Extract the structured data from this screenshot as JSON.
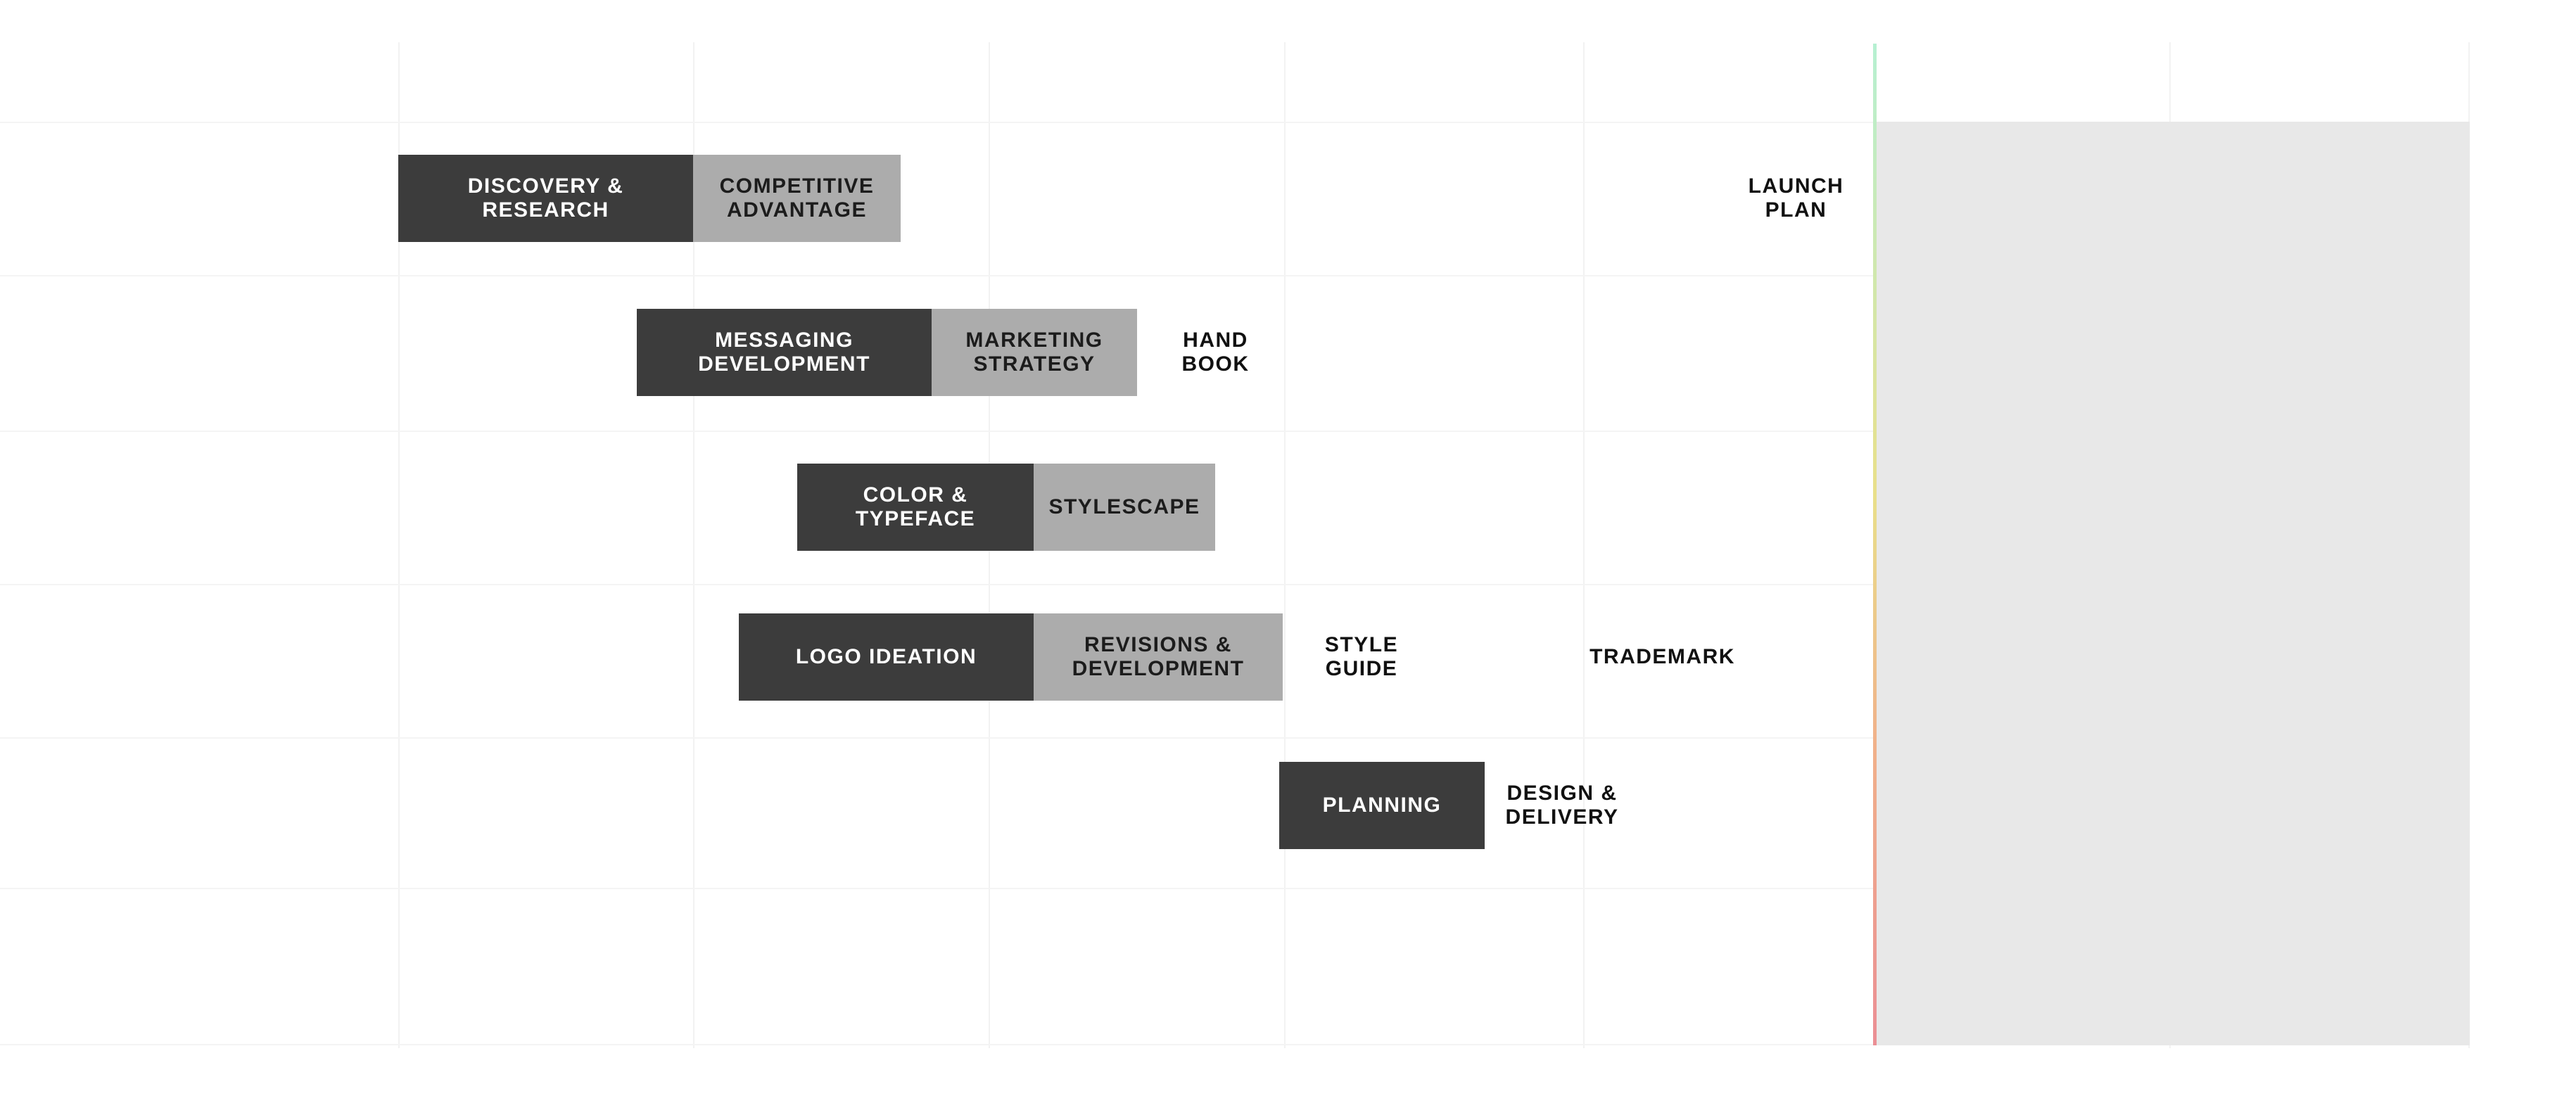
{
  "tasks": [
    {
      "label": "DISCOVERY & RESEARCH",
      "style": "dark"
    },
    {
      "label": "COMPETITIVE\nADVANTAGE",
      "style": "light"
    },
    {
      "label": "MESSAGING\nDEVELOPMENT",
      "style": "dark"
    },
    {
      "label": "MARKETING\nSTRATEGY",
      "style": "light"
    },
    {
      "label": "COLOR & TYPEFACE",
      "style": "dark"
    },
    {
      "label": "STYLESCAPE",
      "style": "light"
    },
    {
      "label": "LOGO IDEATION",
      "style": "dark"
    },
    {
      "label": "REVISIONS &\nDEVELOPMENT",
      "style": "light"
    },
    {
      "label": "PLANNING",
      "style": "dark"
    }
  ],
  "milestones": [
    {
      "label": "LAUNCH\nPLAN"
    },
    {
      "label": "HAND\nBOOK"
    },
    {
      "label": "STYLE\nGUIDE"
    },
    {
      "label": "TRADEMARK"
    },
    {
      "label": "DESIGN &\nDELIVERY"
    }
  ],
  "colors": {
    "task_dark": "#3c3c3c",
    "task_light": "#acacac",
    "shaded_region": "#e8e8e8"
  }
}
